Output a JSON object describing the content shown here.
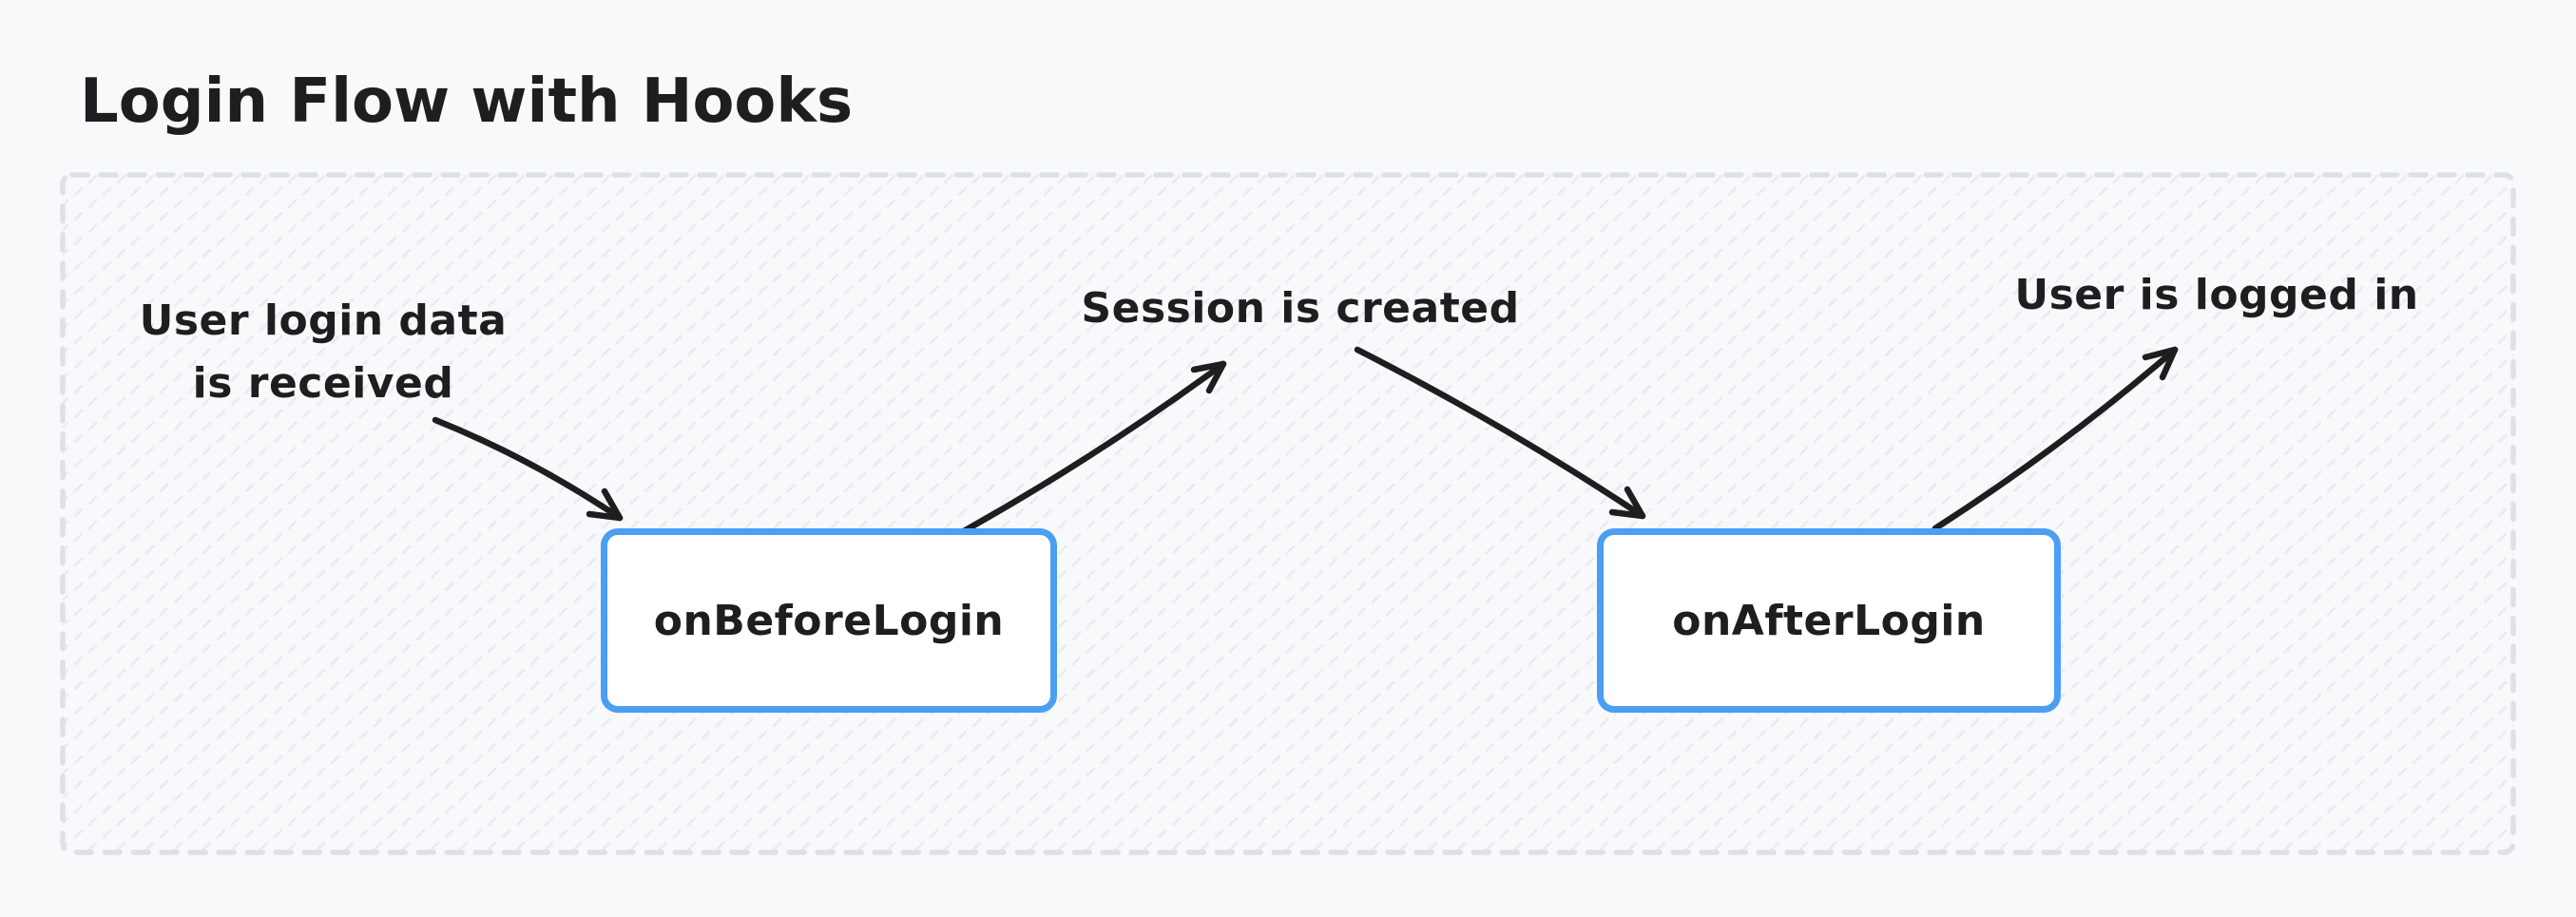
{
  "title": "Login Flow with Hooks",
  "diagram": {
    "type": "flow",
    "annotations": {
      "input_line1": "User login data",
      "input_line2": "is received",
      "session": "Session is created",
      "logged_in": "User is logged in"
    },
    "nodes": [
      {
        "id": "before",
        "label": "onBeforeLogin"
      },
      {
        "id": "after",
        "label": "onAfterLogin"
      }
    ],
    "flow": [
      "User login data is received -> onBeforeLogin",
      "onBeforeLogin -> Session is created",
      "Session is created -> onAfterLogin",
      "onAfterLogin -> User is logged in"
    ],
    "colors": {
      "background": "#f8f9fb",
      "text": "#1e1e20",
      "arrow": "#1e1e20",
      "node_border": "#4b9ff2",
      "node_fill": "#ffffff",
      "frame_border": "#dde1e6",
      "frame_hatch": "#e9ebef"
    }
  }
}
